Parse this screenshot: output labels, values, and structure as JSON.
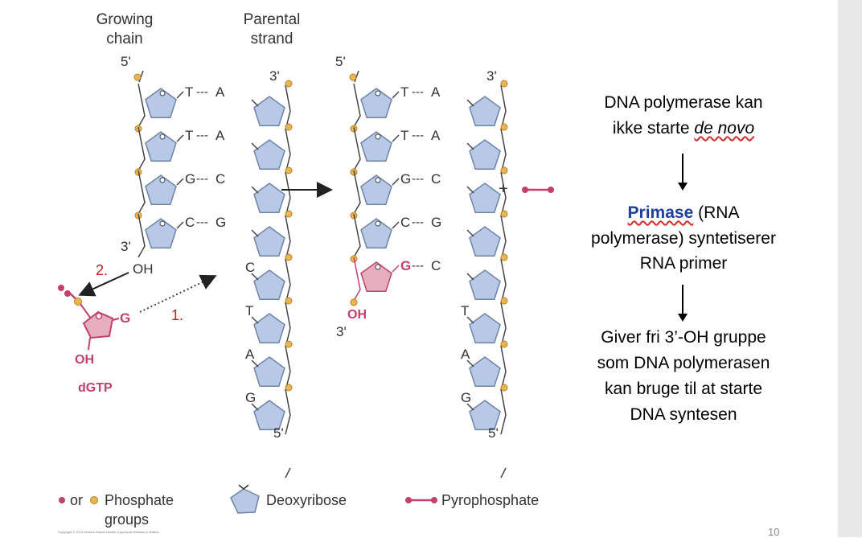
{
  "diagram": {
    "left_headers": {
      "growing_chain": [
        "Growing",
        "chain"
      ],
      "parental_strand": [
        "Parental",
        "strand"
      ]
    },
    "left_strand": {
      "top_left_label": "5'",
      "top_right_label": "3'",
      "pairs": [
        {
          "growing": "T",
          "parental": "A"
        },
        {
          "growing": "T",
          "parental": "A"
        },
        {
          "growing": "G",
          "parental": "C"
        },
        {
          "growing": "C",
          "parental": "G"
        }
      ],
      "unpaired_parental": [
        "C",
        "T",
        "A",
        "G"
      ],
      "growing_end_label": "3'",
      "growing_end_group": "OH",
      "bottom_right_label": "5'"
    },
    "incoming": {
      "base": "G",
      "oh": "OH",
      "name": "dGTP",
      "step1": "1.",
      "step2": "2."
    },
    "right_strand": {
      "top_left_label": "5'",
      "top_right_label": "3'",
      "pairs": [
        {
          "growing": "T",
          "parental": "A"
        },
        {
          "growing": "T",
          "parental": "A"
        },
        {
          "growing": "G",
          "parental": "C"
        },
        {
          "growing": "C",
          "parental": "G"
        },
        {
          "growing": "G",
          "parental": "C"
        }
      ],
      "unpaired_parental": [
        "T",
        "A",
        "G"
      ],
      "new_oh": "OH",
      "growing_end_label": "3'",
      "bottom_right_label": "5'"
    },
    "plus_sign": "+",
    "legend": {
      "or": "or",
      "phosphate_lines": [
        "Phosphate",
        "groups"
      ],
      "deoxyribose": "Deoxyribose",
      "pyrophosphate": "Pyrophosphate"
    },
    "copyright": "Copyright © 2013 Wolters Kluwer Health | Lippincott Williams & Wilkins"
  },
  "notes": {
    "line1": "DNA polymerase kan",
    "line2_prefix": "ikke starte ",
    "line2_italic": "de novo",
    "primase": "Primase",
    "primase_suffix": " (RNA",
    "line4": "polymerase) syntetiserer",
    "line5": "RNA primer",
    "giver": [
      "Giver fri 3’-OH gruppe",
      "som DNA polymerasen",
      "kan bruge til at starte",
      "DNA syntesen"
    ]
  },
  "slide_number": "10",
  "colors": {
    "sugar": "#b7c9e6",
    "sugar_stroke": "#6d83a8",
    "new_sugar": "#e6aebd",
    "magenta": "#c2406c",
    "phosphate": "#eab650",
    "red_label": "#c21f1f",
    "blue": "#1f3f9c"
  }
}
